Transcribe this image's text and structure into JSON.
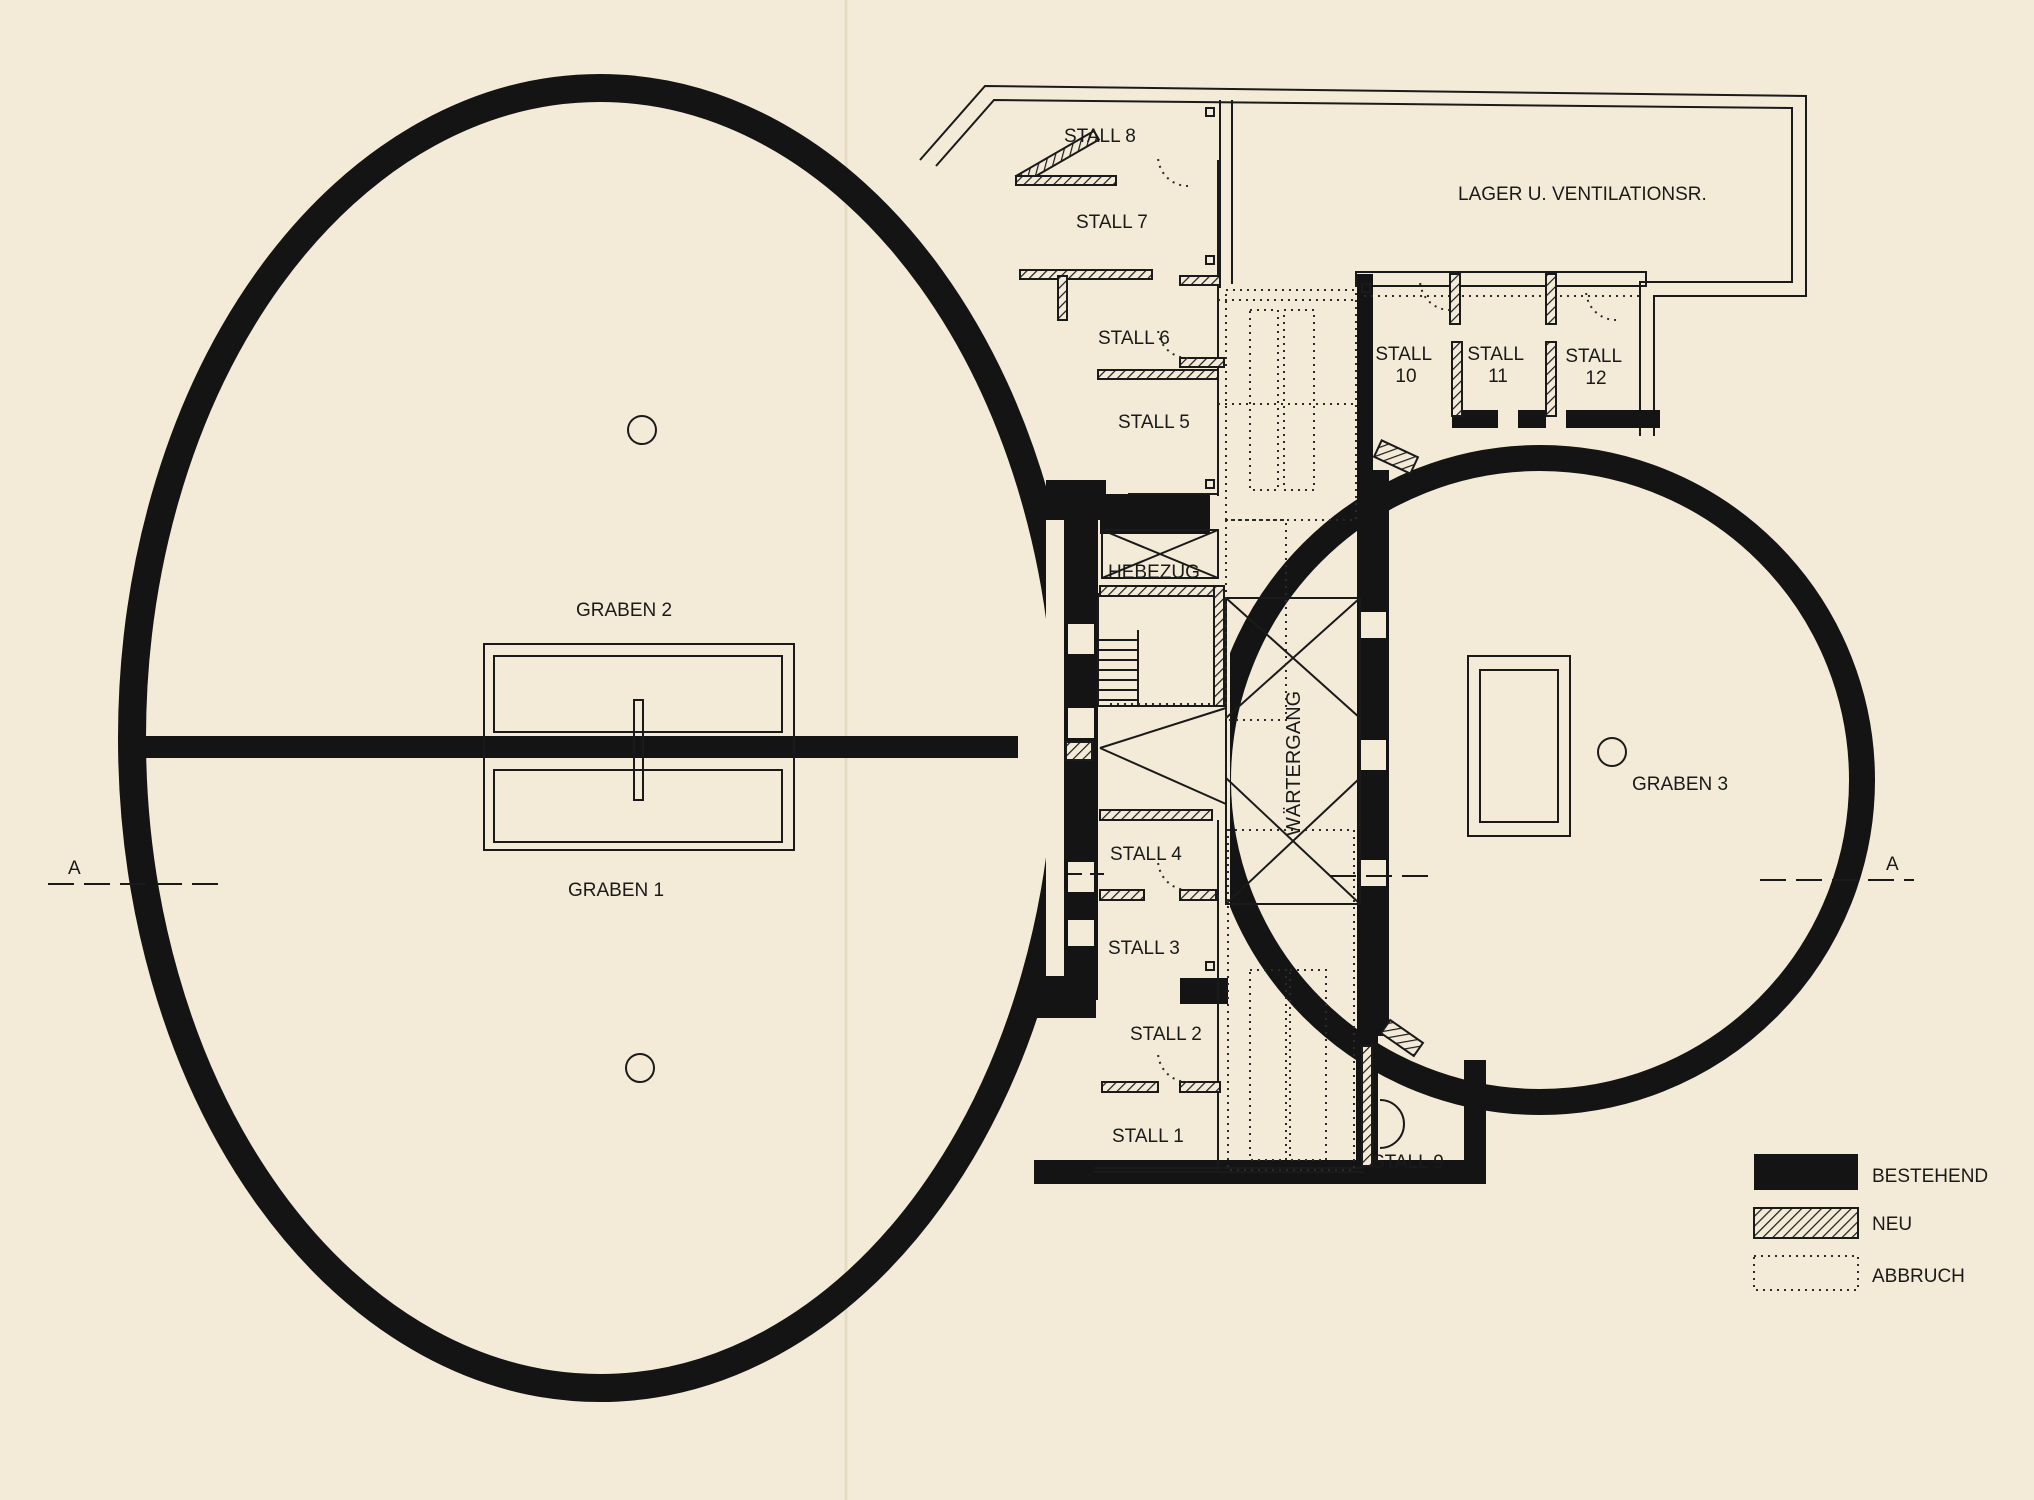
{
  "rooms": {
    "stall_1": "STALL 1",
    "stall_2": "STALL 2",
    "stall_3": "STALL 3",
    "stall_4": "STALL 4",
    "stall_5": "STALL 5",
    "stall_6": "STALL 6",
    "stall_7": "STALL 7",
    "stall_8": "STALL 8",
    "stall_9": "STALL 9",
    "stall_10": [
      "STALL",
      "10"
    ],
    "stall_11": [
      "STALL",
      "11"
    ],
    "stall_12": [
      "STALL",
      "12"
    ],
    "lager": "LAGER U. VENTILATIONSR.",
    "hebezug": "HEBEZUG",
    "waertergang": "WÄRTERGANG",
    "graben_1": "GRABEN 1",
    "graben_2": "GRABEN 2",
    "graben_3": "GRABEN 3"
  },
  "section_marker": "A",
  "legend": {
    "bestehend": "BESTEHEND",
    "neu": "NEU",
    "abbruch": "ABBRUCH"
  },
  "colors": {
    "paper": "#f3ebd7",
    "ink": "#141414"
  }
}
